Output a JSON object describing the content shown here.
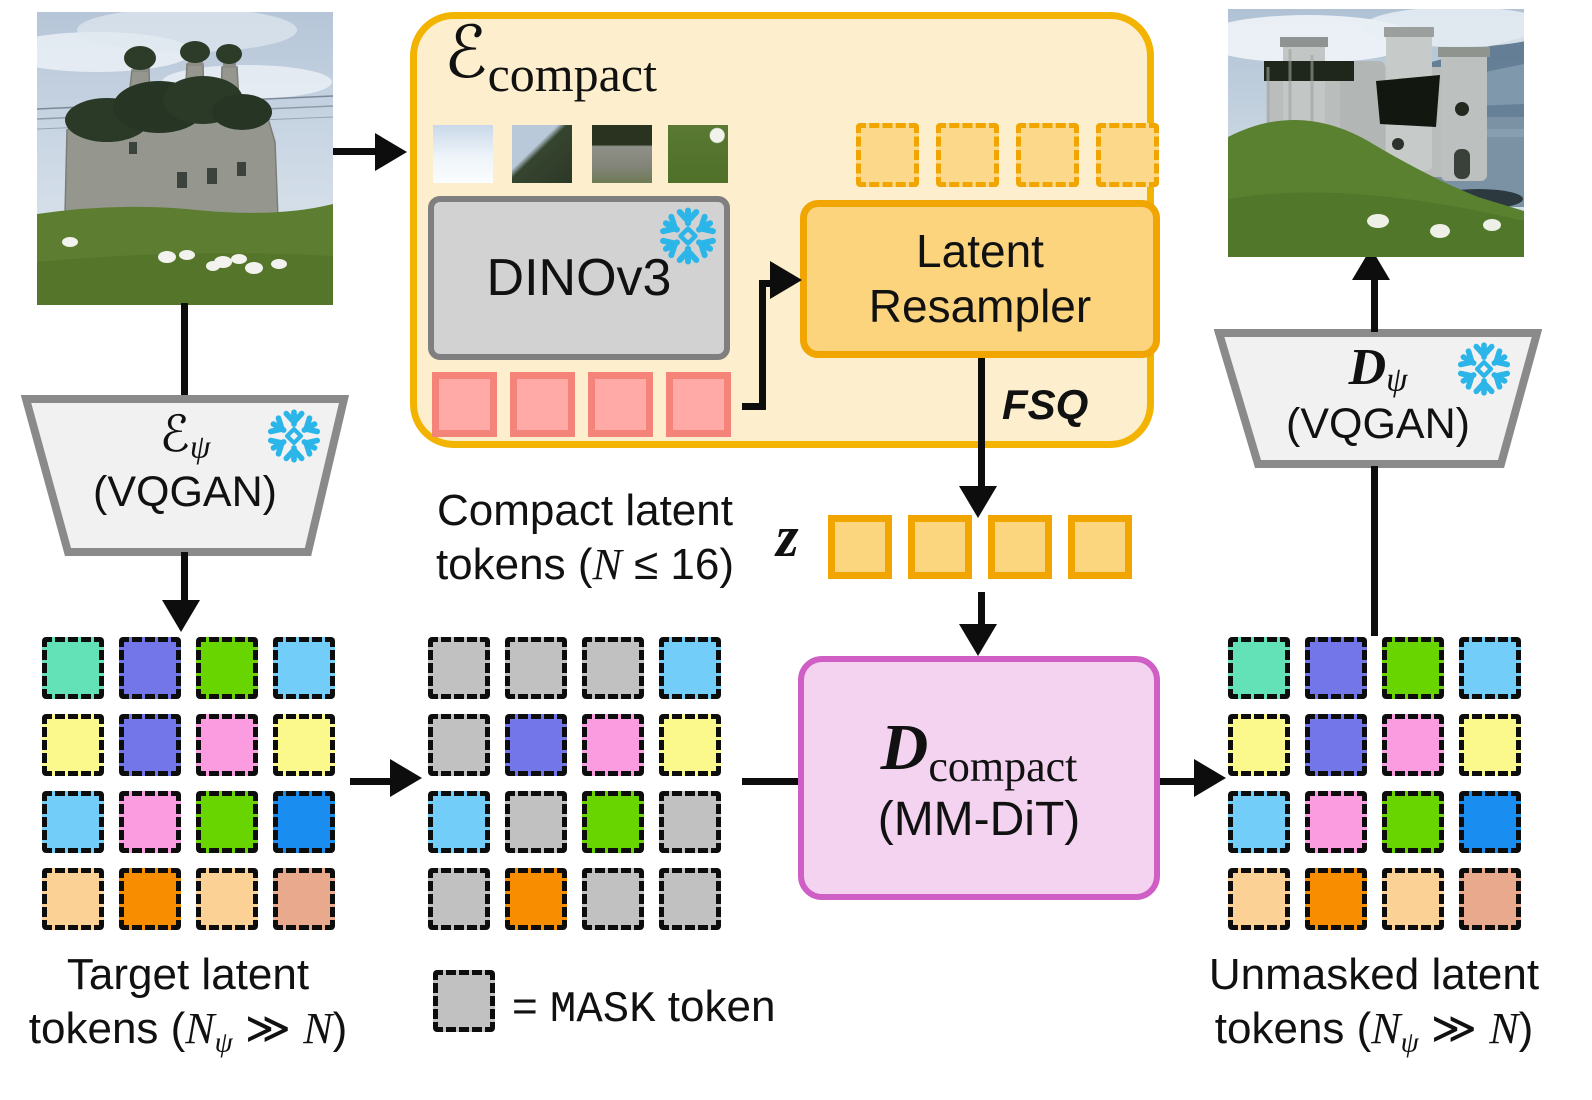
{
  "palette": {
    "mint": "#62e2b6",
    "periwinkle": "#7376e8",
    "green": "#68d400",
    "sky": "#72cef8",
    "yellow": "#fcf98c",
    "pink": "#fa9cdf",
    "blue": "#1a8df0",
    "lightorange": "#fcd195",
    "orange": "#f88d00",
    "tan": "#e9a98c",
    "gray": "#c1c1c1"
  },
  "colors": {
    "encoder_fill": "#fdeecd",
    "encoder_border": "#f3b301",
    "resampler_fill": "#fbd47d",
    "resampler_border": "#f0a500",
    "pink_token_fill": "#ffaaa7",
    "pink_token_border": "#f4837a",
    "dino_fill": "#d2d2d2",
    "dino_border": "#7f7f7f",
    "dit_fill": "#f3d3f0",
    "dit_border": "#cf5ec5",
    "snowflake": "#2bb5e8",
    "trapezoid_fill": "#f1f1f1",
    "trapezoid_border": "#8a8a8a",
    "arrow": "#0d0d0d"
  },
  "encoder_compact": {
    "letter": "ℰ",
    "subscript": "compact",
    "patches": [
      "sky-patch",
      "castle-ridge-patch",
      "stone-wall-patch",
      "grass-sheep-patch"
    ],
    "patch_count": 4,
    "dinov3_label": "DINOv3",
    "resampler_line1": "Latent",
    "resampler_line2": "Resampler",
    "fsq_label": "FSQ",
    "placeholder_token_count": 4,
    "feature_token_count": 4
  },
  "compact_latents": {
    "caption_line1": "Compact latent",
    "caption_pre": "tokens (",
    "caption_var": "N",
    "caption_post": " ≤ 16)",
    "z_label": "z",
    "token_count": 4
  },
  "encoder_vqgan": {
    "letter": "ℰ",
    "subscript": "ψ",
    "line2": "(VQGAN)"
  },
  "decoder_vqgan": {
    "letter": "D",
    "subscript": "ψ",
    "line2": "(VQGAN)"
  },
  "dit": {
    "letter": "D",
    "subscript": "compact",
    "line2": "(MM-DiT)"
  },
  "grids": {
    "target": {
      "rows": [
        [
          "mint",
          "periwinkle",
          "green",
          "sky"
        ],
        [
          "yellow",
          "periwinkle",
          "pink",
          "yellow"
        ],
        [
          "sky",
          "pink",
          "green",
          "blue"
        ],
        [
          "lightorange",
          "orange",
          "lightorange",
          "tan"
        ]
      ],
      "caption_line1": "Target latent",
      "caption_pre": "tokens (",
      "caption_var1": "N",
      "caption_varsub": "ψ",
      "caption_mid": " ≫ ",
      "caption_var2": "N",
      "caption_post": ")"
    },
    "masked": {
      "rows": [
        [
          "gray",
          "gray",
          "gray",
          "sky"
        ],
        [
          "gray",
          "periwinkle",
          "pink",
          "yellow"
        ],
        [
          "sky",
          "gray",
          "green",
          "gray"
        ],
        [
          "gray",
          "orange",
          "gray",
          "gray"
        ]
      ]
    },
    "unmasked": {
      "rows": [
        [
          "mint",
          "periwinkle",
          "green",
          "sky"
        ],
        [
          "yellow",
          "periwinkle",
          "pink",
          "yellow"
        ],
        [
          "sky",
          "pink",
          "green",
          "blue"
        ],
        [
          "lightorange",
          "orange",
          "lightorange",
          "tan"
        ]
      ],
      "caption_line1": "Unmasked latent",
      "caption_pre": "tokens (",
      "caption_var1": "N",
      "caption_varsub": "ψ",
      "caption_mid": " ≫ ",
      "caption_var2": "N",
      "caption_post": ")"
    }
  },
  "legend": {
    "equals": "= ",
    "token_name": "MASK",
    "suffix": " token"
  },
  "images": {
    "input": "castle-photo-input",
    "output": "castle-photo-reconstructed"
  }
}
